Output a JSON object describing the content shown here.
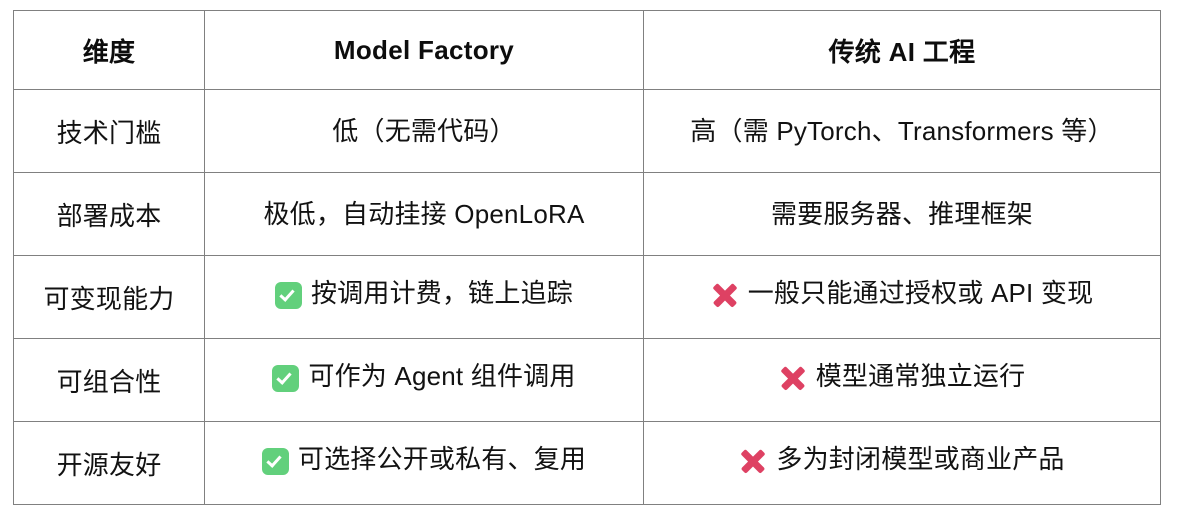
{
  "table": {
    "columns": [
      {
        "key": "dimension",
        "label": "维度"
      },
      {
        "key": "model_factory",
        "label": "Model Factory"
      },
      {
        "key": "traditional_ai",
        "label": "传统 AI 工程"
      }
    ],
    "rows": [
      {
        "dimension": "技术门槛",
        "model_factory": {
          "mark": "none",
          "text": "低（无需代码）"
        },
        "traditional_ai": {
          "mark": "none",
          "text": "高（需 PyTorch、Transformers 等）"
        }
      },
      {
        "dimension": "部署成本",
        "model_factory": {
          "mark": "none",
          "text": "极低，自动挂接 OpenLoRA"
        },
        "traditional_ai": {
          "mark": "none",
          "text": "需要服务器、推理框架"
        }
      },
      {
        "dimension": "可变现能力",
        "model_factory": {
          "mark": "check",
          "text": "按调用计费，链上追踪"
        },
        "traditional_ai": {
          "mark": "cross",
          "text": "一般只能通过授权或 API 变现"
        }
      },
      {
        "dimension": "可组合性",
        "model_factory": {
          "mark": "check",
          "text": "可作为 Agent 组件调用"
        },
        "traditional_ai": {
          "mark": "cross",
          "text": "模型通常独立运行"
        }
      },
      {
        "dimension": "开源友好",
        "model_factory": {
          "mark": "check",
          "text": "可选择公开或私有、复用"
        },
        "traditional_ai": {
          "mark": "cross",
          "text": "多为封闭模型或商业产品"
        }
      }
    ]
  },
  "colors": {
    "check_badge": "#62d07c",
    "cross_mark": "#de4163",
    "border": "#808080",
    "text": "#121212",
    "background": "#ffffff"
  },
  "icons": {
    "check": "check-mark-button-icon",
    "cross": "cross-mark-icon"
  }
}
